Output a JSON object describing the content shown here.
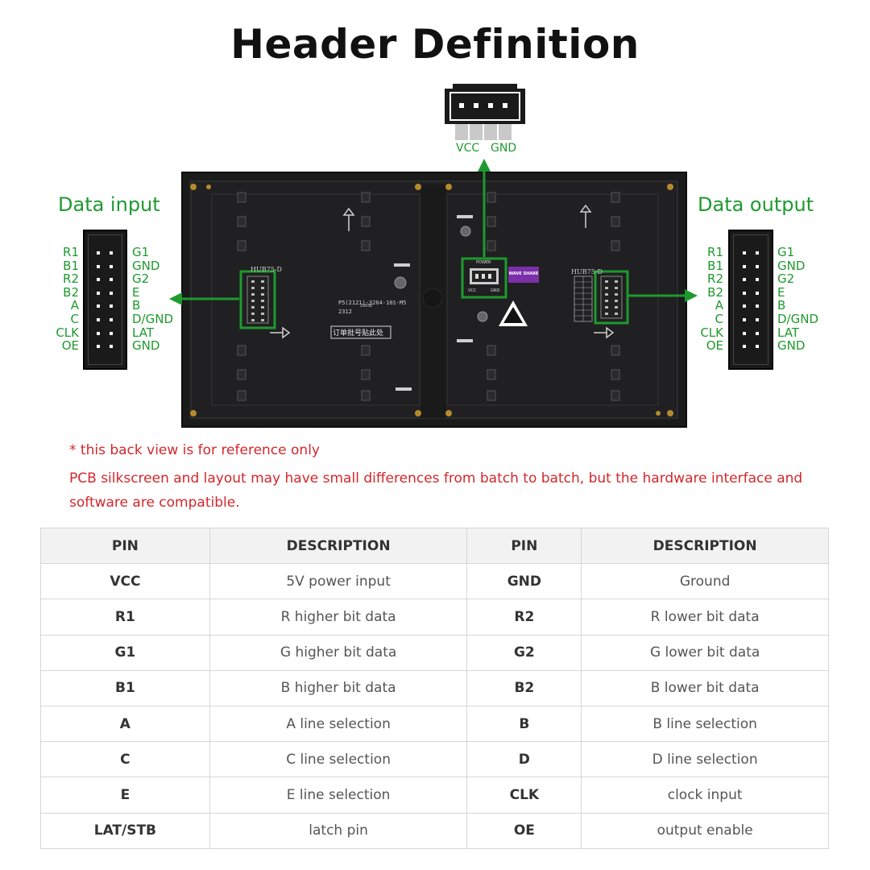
{
  "title": "Header Definition",
  "power_connector": {
    "labels": [
      "VCC",
      "GND"
    ]
  },
  "data_input": {
    "title": "Data input",
    "left_pins": [
      "R1",
      "B1",
      "R2",
      "B2",
      "A",
      "C",
      "CLK",
      "OE"
    ],
    "right_pins": [
      "G1",
      "GND",
      "G2",
      "E",
      "B",
      "D/GND",
      "LAT",
      "GND"
    ]
  },
  "data_output": {
    "title": "Data output",
    "left_pins": [
      "R1",
      "B1",
      "R2",
      "B2",
      "A",
      "C",
      "CLK",
      "OE"
    ],
    "right_pins": [
      "G1",
      "GND",
      "G2",
      "E",
      "B",
      "D/GND",
      "LAT",
      "GND"
    ]
  },
  "board": {
    "hub_left_label": "HUB75-D",
    "hub_right_label": "HUB75-D",
    "model_text": "P5(2121)-3264-16S-M5",
    "code_text": "2312",
    "code_text2": "29038",
    "chinese_label": "订单批号贴此处",
    "power_label": "POWER",
    "power_vcc": "VCC",
    "power_gnd": "GND",
    "brand_label": "WAVE SHARE"
  },
  "notes": {
    "line1": "* this back view is for reference only",
    "line2": "PCB silkscreen and layout may have small differences from batch to batch, but the hardware interface and software are compatible."
  },
  "table": {
    "headers": [
      "PIN",
      "DESCRIPTION",
      "PIN",
      "DESCRIPTION"
    ],
    "rows": [
      [
        "VCC",
        "5V power input",
        "GND",
        "Ground"
      ],
      [
        "R1",
        "R higher bit data",
        "R2",
        "R lower bit data"
      ],
      [
        "G1",
        "G higher bit data",
        "G2",
        "G lower bit data"
      ],
      [
        "B1",
        "B higher bit data",
        "B2",
        "B lower bit data"
      ],
      [
        "A",
        "A line selection",
        "B",
        "B line selection"
      ],
      [
        "C",
        "C line selection",
        "D",
        "D line selection"
      ],
      [
        "E",
        "E line selection",
        "CLK",
        "clock input"
      ],
      [
        "LAT/STB",
        "latch pin",
        "OE",
        "output enable"
      ]
    ]
  },
  "colors": {
    "accent_green": "#1e9a2e",
    "note_red": "#d4272b",
    "board": "#1b1b1c",
    "brand_purple": "#7b2fa8"
  }
}
